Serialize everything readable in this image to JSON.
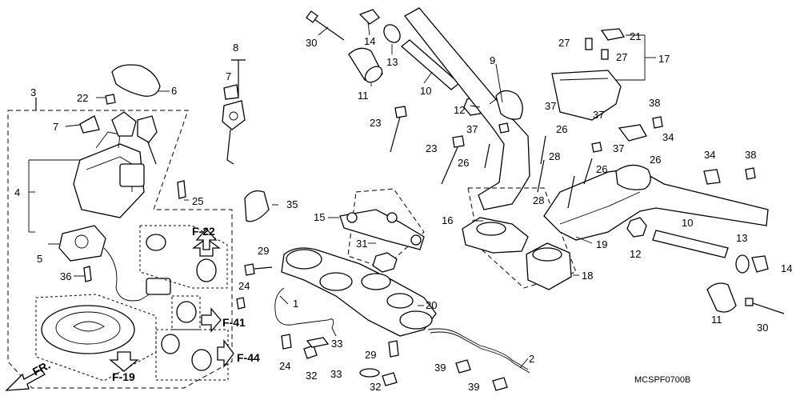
{
  "callouts": {
    "c30a": "30",
    "c14a": "14",
    "c13a": "13",
    "c11a": "11",
    "c10a": "10",
    "c12a": "12",
    "c9": "9",
    "c27a": "27",
    "c27b": "27",
    "c21": "21",
    "c17": "17",
    "c8": "8",
    "c7a": "7",
    "c7b": "7",
    "c3": "3",
    "c22": "22",
    "c6": "6",
    "c4": "4",
    "c5": "5",
    "c36": "36",
    "c25": "25",
    "c23a": "23",
    "c23b": "23",
    "c37a": "37",
    "c37b": "37",
    "c37c": "37",
    "c37d": "37",
    "c26a": "26",
    "c26b": "26",
    "c26c": "26",
    "c26d": "26",
    "c28a": "28",
    "c28b": "28",
    "c38a": "38",
    "c38b": "38",
    "c34a": "34",
    "c34b": "34",
    "c35": "35",
    "c15": "15",
    "c16": "16",
    "c19": "19",
    "c31": "31",
    "c29a": "29",
    "c29b": "29",
    "c24a": "24",
    "c24b": "24",
    "c1": "1",
    "c20": "20",
    "c18": "18",
    "c10b": "10",
    "c13b": "13",
    "c14b": "14",
    "c12b": "12",
    "c11b": "11",
    "c30b": "30",
    "c33a": "33",
    "c33b": "33",
    "c32a": "32",
    "c32b": "32",
    "c39a": "39",
    "c39b": "39",
    "c2": "2"
  },
  "references": {
    "f22": "F-22",
    "f41": "F-41",
    "f44": "F-44",
    "f19": "F-19"
  },
  "front_arrow_label": "FR.",
  "diagram_code": "MCSPF0700B"
}
